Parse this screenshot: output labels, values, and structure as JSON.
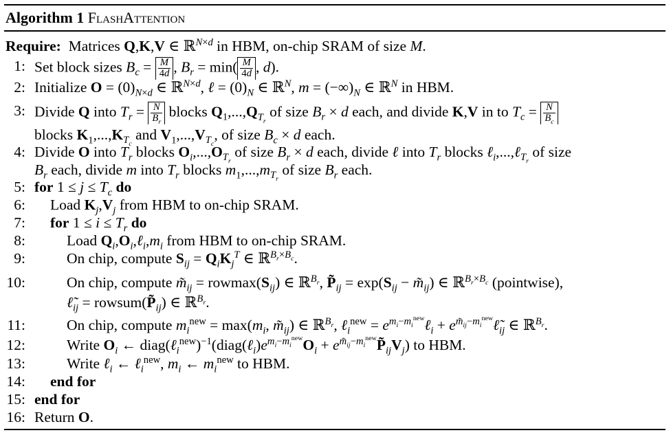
{
  "title": {
    "label": "Algorithm 1",
    "name": "FlashAttention"
  },
  "require": {
    "label": "Require:",
    "text": "Matrices Q,K,V ∈ ℝ^{N×d} in HBM, on-chip SRAM of size M."
  },
  "lines": [
    {
      "n": "1:",
      "text": "Set block sizes B_c = ⌈M/4d⌉, B_r = min(⌈M/4d⌉, d)."
    },
    {
      "n": "2:",
      "text": "Initialize O = (0)_{N×d} ∈ ℝ^{N×d}, ℓ = (0)_N ∈ ℝ^N, m = (−∞)_N ∈ ℝ^N in HBM."
    },
    {
      "n": "3:",
      "text": "Divide Q into T_r = ⌈N/B_r⌉ blocks Q_1,...,Q_{T_r} of size B_r × d each, and divide K,V in to T_c = ⌈N/B_c⌉ blocks K_1,...,K_{T_c} and V_1,...,V_{T_c}, of size B_c × d each."
    },
    {
      "n": "4:",
      "text": "Divide O into T_r blocks O_i,...,O_{T_r} of size B_r × d each, divide ℓ into T_r blocks ℓ_i,...,ℓ_{T_r} of size B_r each, divide m into T_r blocks m_1,...,m_{T_r} of size B_r each."
    },
    {
      "n": "5:",
      "text": "for 1 ≤ j ≤ T_c do"
    },
    {
      "n": "6:",
      "text": "Load K_j, V_j from HBM to on-chip SRAM."
    },
    {
      "n": "7:",
      "text": "for 1 ≤ i ≤ T_r do"
    },
    {
      "n": "8:",
      "text": "Load Q_i, O_i, ℓ_i, m_i from HBM to on-chip SRAM."
    },
    {
      "n": "9:",
      "text": "On chip, compute S_ij = Q_i K_j^T ∈ ℝ^{B_r×B_c}."
    },
    {
      "n": "10:",
      "text": "On chip, compute m̃_ij = rowmax(S_ij) ∈ ℝ^{B_r}, P̃_ij = exp(S_ij − m̃_ij) ∈ ℝ^{B_r×B_c} (pointwise), ℓ̃_ij = rowsum(P̃_ij) ∈ ℝ^{B_r}."
    },
    {
      "n": "11:",
      "text": "On chip, compute m_i^new = max(m_i, m̃_ij) ∈ ℝ^{B_r}, ℓ_i^new = e^{m_i − m_i^new} ℓ_i + e^{m̃_ij − m_i^new} ℓ̃_ij ∈ ℝ^{B_r}."
    },
    {
      "n": "12:",
      "text": "Write O_i ← diag(ℓ_i^new)^{−1} (diag(ℓ_i) e^{m_i − m_i^new} O_i + e^{m̃_ij − m_i^new} P̃_ij V_j) to HBM."
    },
    {
      "n": "13:",
      "text": "Write ℓ_i ← ℓ_i^new, m_i ← m_i^new to HBM."
    },
    {
      "n": "14:",
      "text": "end for"
    },
    {
      "n": "15:",
      "text": "end for"
    },
    {
      "n": "16:",
      "text": "Return O."
    }
  ]
}
